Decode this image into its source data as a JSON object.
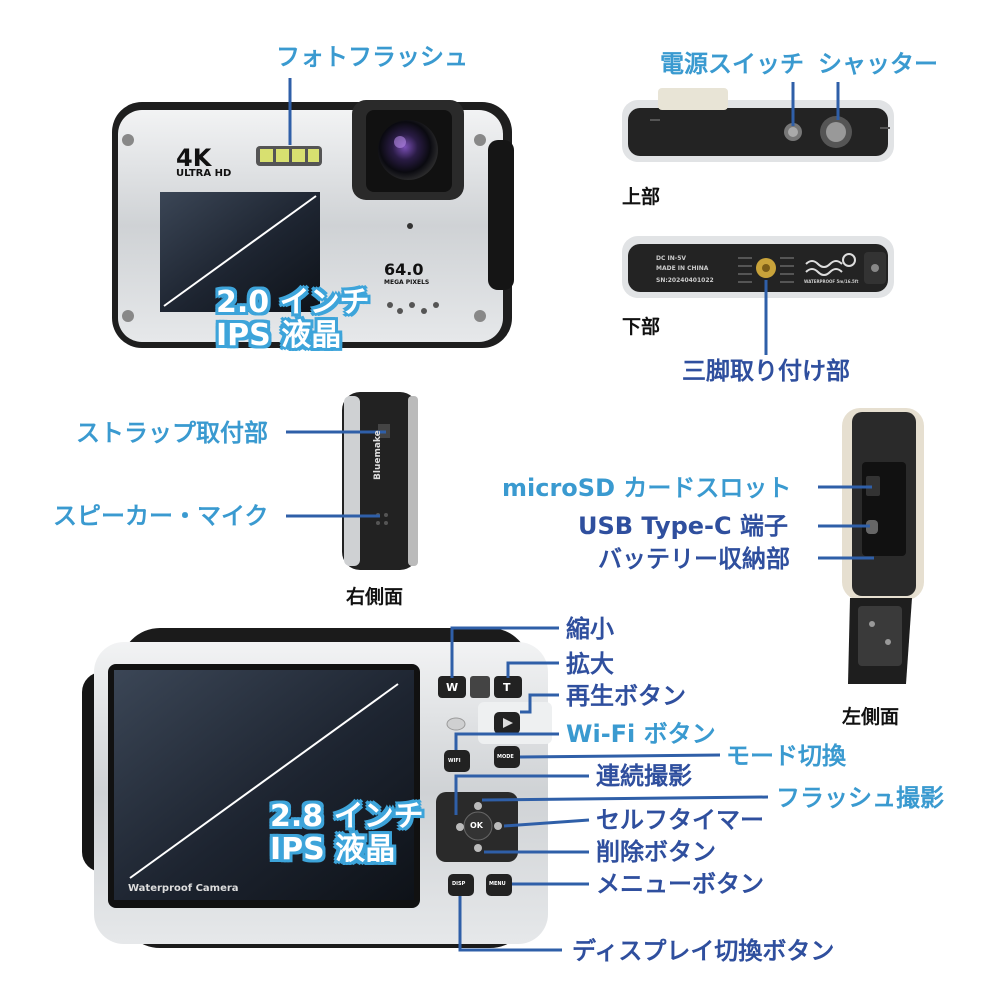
{
  "colors": {
    "label_light": "#3a9ad0",
    "label_dark": "#2f4f9e",
    "leader_line": "#2f5fa8",
    "body_silver": "#d8dadc",
    "body_black": "#1c1c1c"
  },
  "front": {
    "flash": "フォトフラッシュ",
    "badge_4k": "4K",
    "badge_ultrahd": "ULTRA HD",
    "megapixel": "64.0",
    "megapixel_sub": "MEGA PIXELS",
    "screen_size": "2.0 インチ",
    "screen_type": "IPS 液晶"
  },
  "top": {
    "power": "電源スイッチ",
    "shutter": "シャッター",
    "caption": "上部"
  },
  "bottom": {
    "caption": "下部",
    "tripod": "三脚取り付け部",
    "spec_line1": "DC IN-5V",
    "spec_line2": "MADE IN CHINA",
    "serial": "SN:20240401022",
    "waterproof": "WATERPROOF 5m/16.5ft"
  },
  "right_side": {
    "strap": "ストラップ取付部",
    "speaker": "スピーカー・マイク",
    "caption": "右側面",
    "brand": "Bluemake"
  },
  "left_side": {
    "microsd": "microSD カードスロット",
    "usb": "USB Type-C 端子",
    "battery": "バッテリー収納部",
    "caption": "左側面"
  },
  "back": {
    "screen_size": "2.8 インチ",
    "screen_type": "IPS 液晶",
    "screen_caption": "Waterproof Camera",
    "labels": {
      "zoom_out": "縮小",
      "zoom_in": "拡大",
      "play": "再生ボタン",
      "wifi": "Wi-Fi ボタン",
      "mode": "モード切換",
      "burst": "連続撮影",
      "flash": "フラッシュ撮影",
      "timer": "セルフタイマー",
      "delete": "削除ボタン",
      "menu": "メニューボタン",
      "display": "ディスプレイ切換ボタン"
    },
    "keys": {
      "w": "W",
      "t": "T",
      "wifi": "WIFI",
      "mode": "MODE",
      "ok": "OK",
      "disp": "DISP",
      "menu": "MENU"
    }
  }
}
